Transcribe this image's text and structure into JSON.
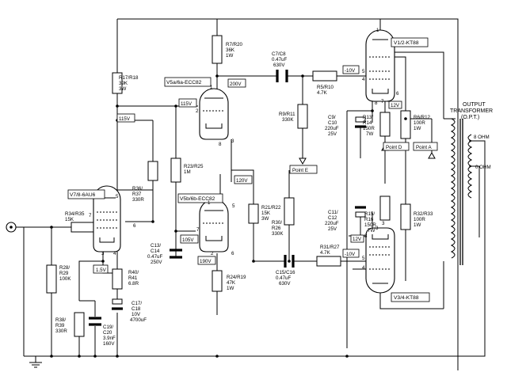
{
  "tubes": {
    "v1": "V1/2-KT88",
    "v3": "V3/4-KT88",
    "v5a": "V5a/6a-ECC82",
    "v5b": "V5b/6b-ECC82",
    "v7": "V7/8-6AU6"
  },
  "resistors": {
    "r7": [
      "R7/R20",
      "36K",
      "1W"
    ],
    "r17": [
      "R17/R18",
      "39K",
      "3W"
    ],
    "r5": [
      "R5/R10",
      "4.7K"
    ],
    "r9": [
      "R9/R11",
      "330K"
    ],
    "r13": [
      "R13/",
      "R14",
      "150R",
      "7W"
    ],
    "r6": [
      "R6/R12",
      "100R",
      "1W"
    ],
    "r23": [
      "R23/R25",
      "1M"
    ],
    "r36": [
      "R36/",
      "R37",
      "330R"
    ],
    "r34": [
      "R34/R35",
      "15K"
    ],
    "r21": [
      "R21/R22",
      "15K",
      "3W"
    ],
    "r30": [
      "R30/",
      "R26",
      "330K"
    ],
    "r15": [
      "R15/",
      "R16",
      "150R",
      "7W"
    ],
    "r32": [
      "R32/R33",
      "100R",
      "1W"
    ],
    "r31": [
      "R31/R27",
      "4.7K"
    ],
    "r24": [
      "R24/R19",
      "47K",
      "1W"
    ],
    "r28": [
      "R28/",
      "R29",
      "100K"
    ],
    "r40": [
      "R40/",
      "R41",
      "6.8R"
    ],
    "r38": [
      "R38/",
      "R39",
      "330R"
    ]
  },
  "capacitors": {
    "c7": [
      "C7/C8",
      "0.47uF",
      "630V"
    ],
    "c9": [
      "C9/",
      "C10",
      "220uF",
      "25V"
    ],
    "c11": [
      "C11/",
      "C12",
      "220uF",
      "25V"
    ],
    "c13": [
      "C13/",
      "C14",
      "0.47uF",
      "250V"
    ],
    "c15": [
      "C15/C16",
      "0.47uF",
      "630V"
    ],
    "c17": [
      "C17/",
      "C18",
      "10V",
      "4700uF"
    ],
    "c19": [
      "C19/",
      "C20",
      "3.9nF",
      "160V"
    ]
  },
  "voltages": {
    "v200": "200V",
    "v115": "115V",
    "v120": "120V",
    "v105": "105V",
    "v190": "190V",
    "v1_5": "1.5V",
    "neg10_top": "-10V",
    "neg10_bot": "-10V",
    "v12_top": "12V",
    "v12_bot": "12V"
  },
  "points": {
    "a": "Point A",
    "d": "Point D",
    "e": "Point E"
  },
  "pins": [
    "1",
    "2",
    "3",
    "3",
    "4",
    "5",
    "5",
    "6",
    "6",
    "7",
    "7",
    "7",
    "3",
    "4",
    "4",
    "8",
    "8",
    "1",
    "3",
    "5",
    "5",
    "1",
    "6",
    "2",
    "8"
  ],
  "transformer": [
    "OUTPUT",
    "TRANSFORMER",
    "(O.P.T.)"
  ],
  "taps": [
    "8 OHM",
    "0 OHM"
  ]
}
